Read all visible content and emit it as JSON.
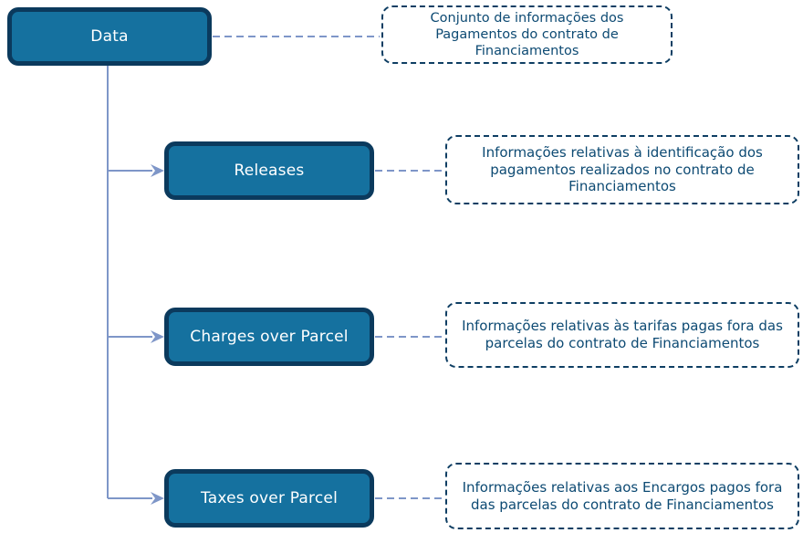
{
  "nodes": [
    {
      "id": "data",
      "label": "Data",
      "description": "Conjunto de informações dos Pagamentos do contrato de Financiamentos"
    },
    {
      "id": "releases",
      "label": "Releases",
      "description": "Informações relativas à identificação dos pagamentos realizados no contrato de Financiamentos"
    },
    {
      "id": "charges-over-parcel",
      "label": "Charges over Parcel",
      "description": "Informações relativas às tarifas pagas fora das parcelas do contrato de Financiamentos"
    },
    {
      "id": "taxes-over-parcel",
      "label": "Taxes over Parcel",
      "description": "Informações relativas aos Encargos pagos fora das parcelas do contrato de Financiamentos"
    }
  ],
  "hierarchy": {
    "root": "Data",
    "children": [
      "Releases",
      "Charges over Parcel",
      "Taxes over Parcel"
    ]
  },
  "colors": {
    "node_fill": "#15719f",
    "node_border": "#0b3a5d",
    "node_text": "#ffffff",
    "annotation_border": "#0e3e63",
    "annotation_text": "#0d4a73",
    "connector": "#7e96c8",
    "background": "#ffffff"
  }
}
